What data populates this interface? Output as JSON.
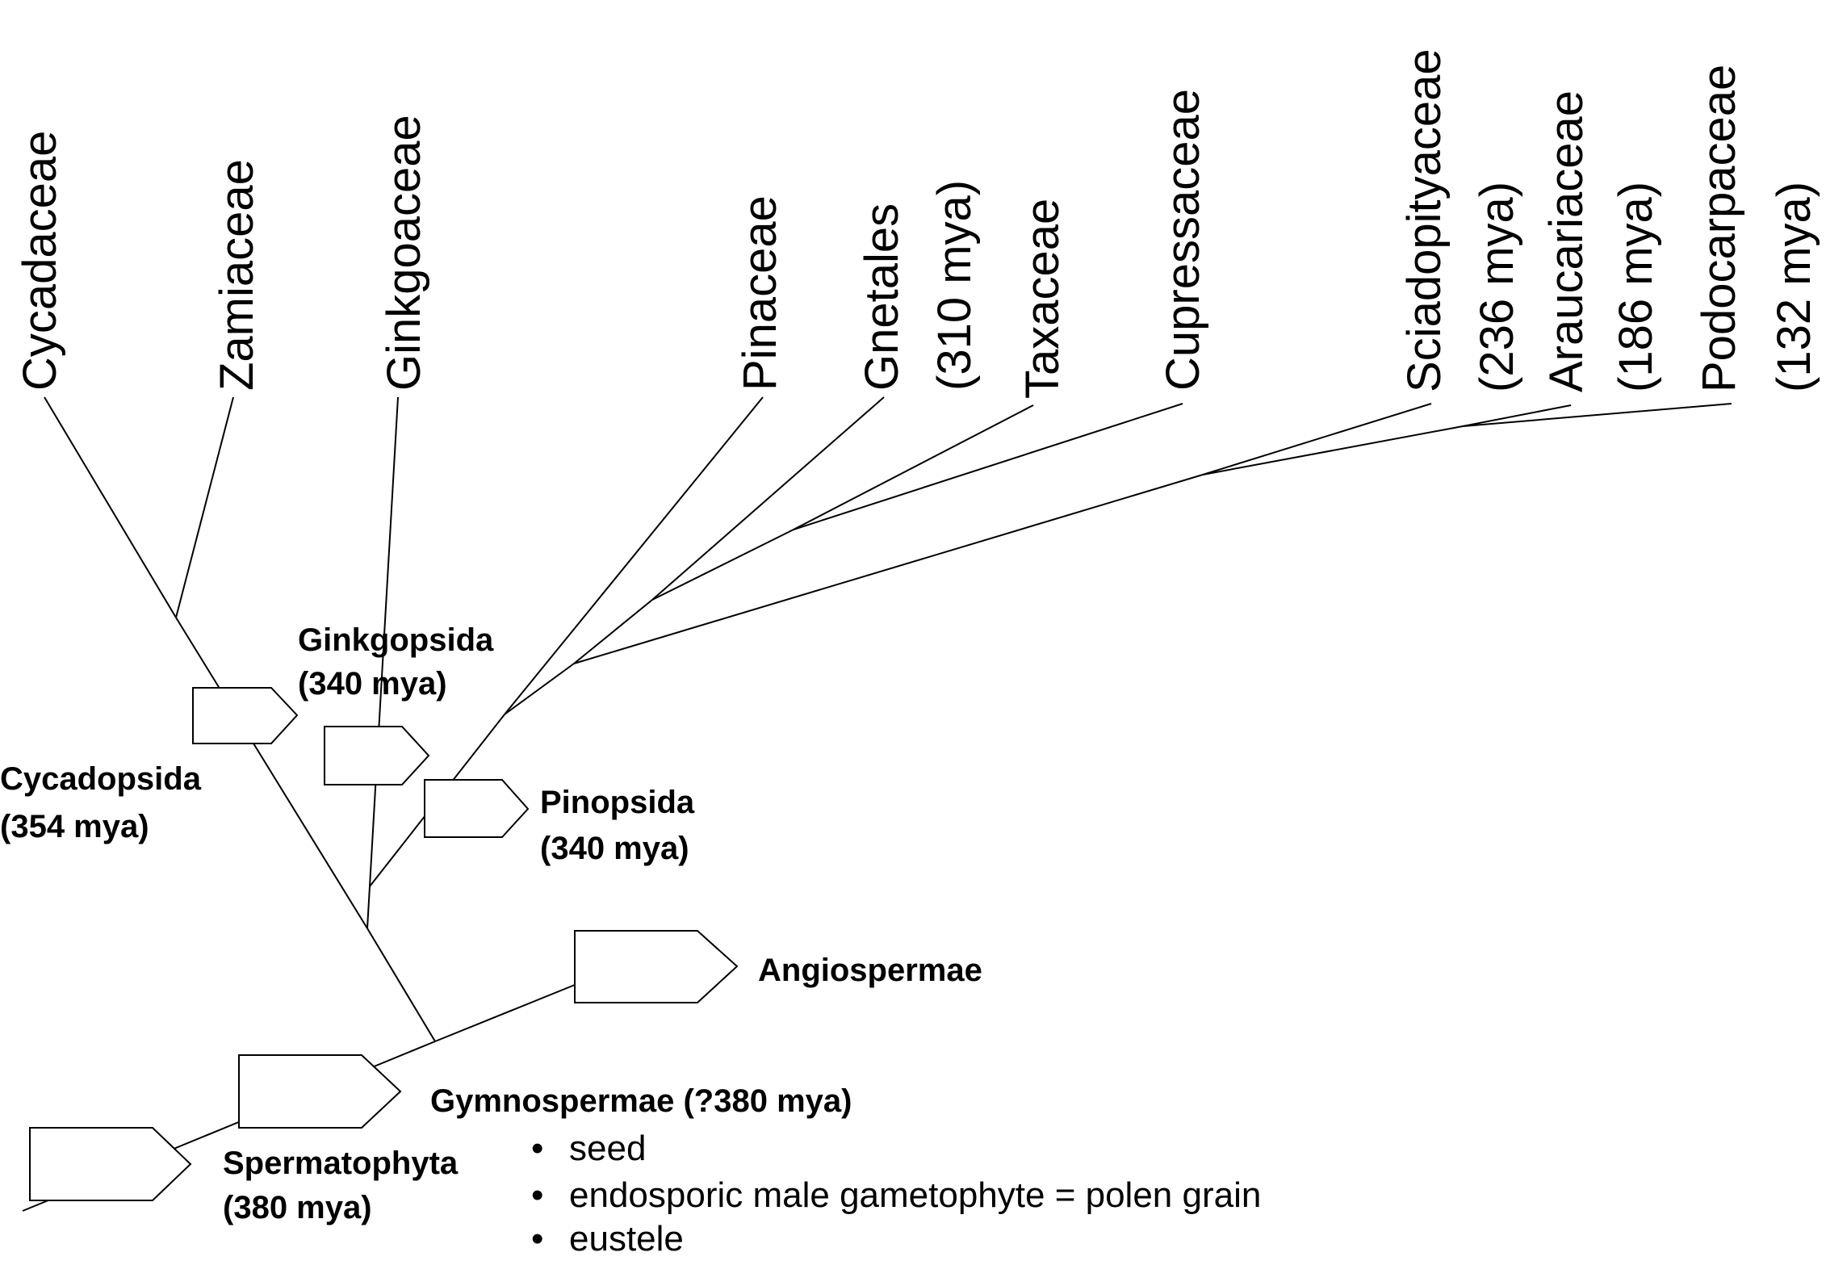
{
  "taxa": [
    {
      "id": "cycadaceae",
      "name": "Cycadaceae",
      "age": ""
    },
    {
      "id": "zamiaceae",
      "name": "Zamiaceae",
      "age": ""
    },
    {
      "id": "ginkgoaceae",
      "name": "Ginkgoaceae",
      "age": ""
    },
    {
      "id": "pinaceae",
      "name": "Pinaceae",
      "age": ""
    },
    {
      "id": "gnetales",
      "name": "Gnetales",
      "age": "(310 mya)"
    },
    {
      "id": "taxaceae",
      "name": "Taxaceae",
      "age": ""
    },
    {
      "id": "cupressaceae",
      "name": "Cupressaceae",
      "age": ""
    },
    {
      "id": "sciadopityaceae",
      "name": "Sciadopityaceae",
      "age": "(236 mya)"
    },
    {
      "id": "araucariaceae",
      "name": "Araucariaceae",
      "age": "(186 mya)"
    },
    {
      "id": "podocarpaceae",
      "name": "Podocarpaceae",
      "age": "(132 mya)"
    }
  ],
  "clades": {
    "cycadopsida": {
      "name": "Cycadopsida",
      "age": "(354 mya)"
    },
    "ginkgopsida": {
      "name": "Ginkgopsida",
      "age": "(340 mya)"
    },
    "pinopsida": {
      "name": "Pinopsida",
      "age": "(340 mya)"
    },
    "angiospermae": {
      "name": "Angiospermae"
    },
    "gymnospermae": {
      "name": "Gymnospermae (?380 mya)"
    },
    "spermatophyta": {
      "name": "Spermatophyta",
      "age": "(380 mya)"
    }
  },
  "traits": {
    "bullet": "•",
    "items": [
      "seed",
      "endosporic male gametophyte = polen grain",
      "eustele"
    ]
  }
}
